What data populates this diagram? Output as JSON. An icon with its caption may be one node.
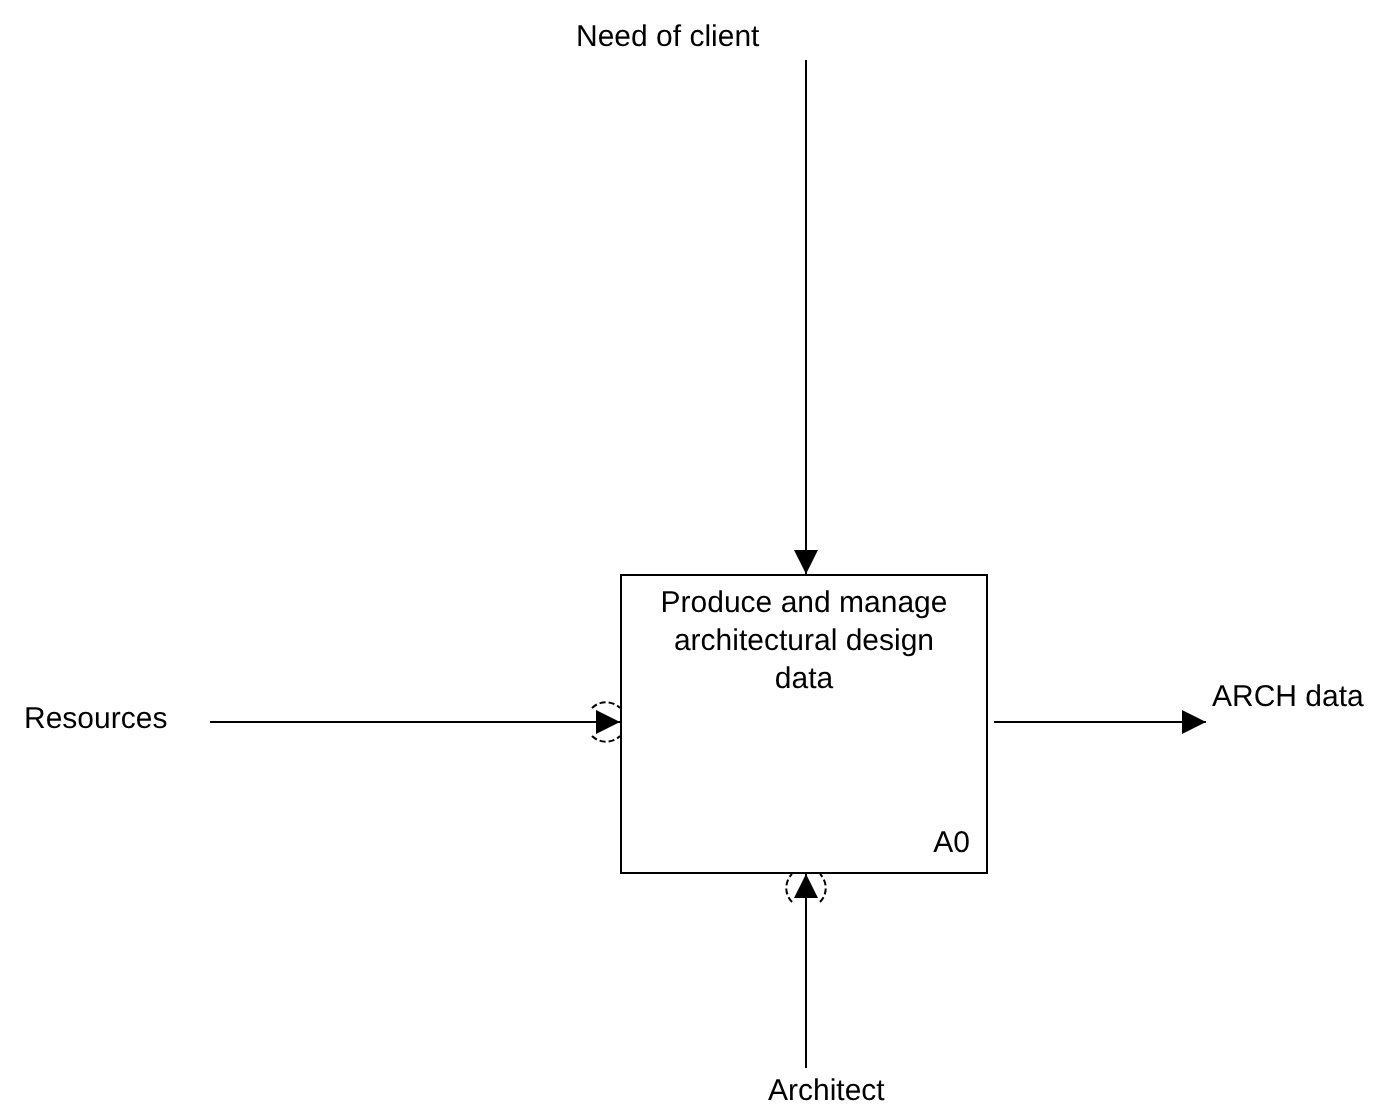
{
  "diagram": {
    "nodes": [
      {
        "text": [
          "Produce and manage architectural design data",
          "A0"
        ]
      },
      {
        "text": [
          "Need of client"
        ]
      },
      {
        "text": [
          "Resources"
        ]
      },
      {
        "text": [
          "Architect"
        ]
      },
      {
        "text": [
          "ARCH data"
        ]
      }
    ],
    "edges": [
      {
        "from": 1,
        "to": 0,
        "arrow": "to"
      },
      {
        "from": 2,
        "to": 0,
        "arrow": "to"
      },
      {
        "from": 3,
        "to": 0,
        "arrow": "to"
      },
      {
        "from": 0,
        "to": 4,
        "arrow": "to"
      }
    ]
  }
}
